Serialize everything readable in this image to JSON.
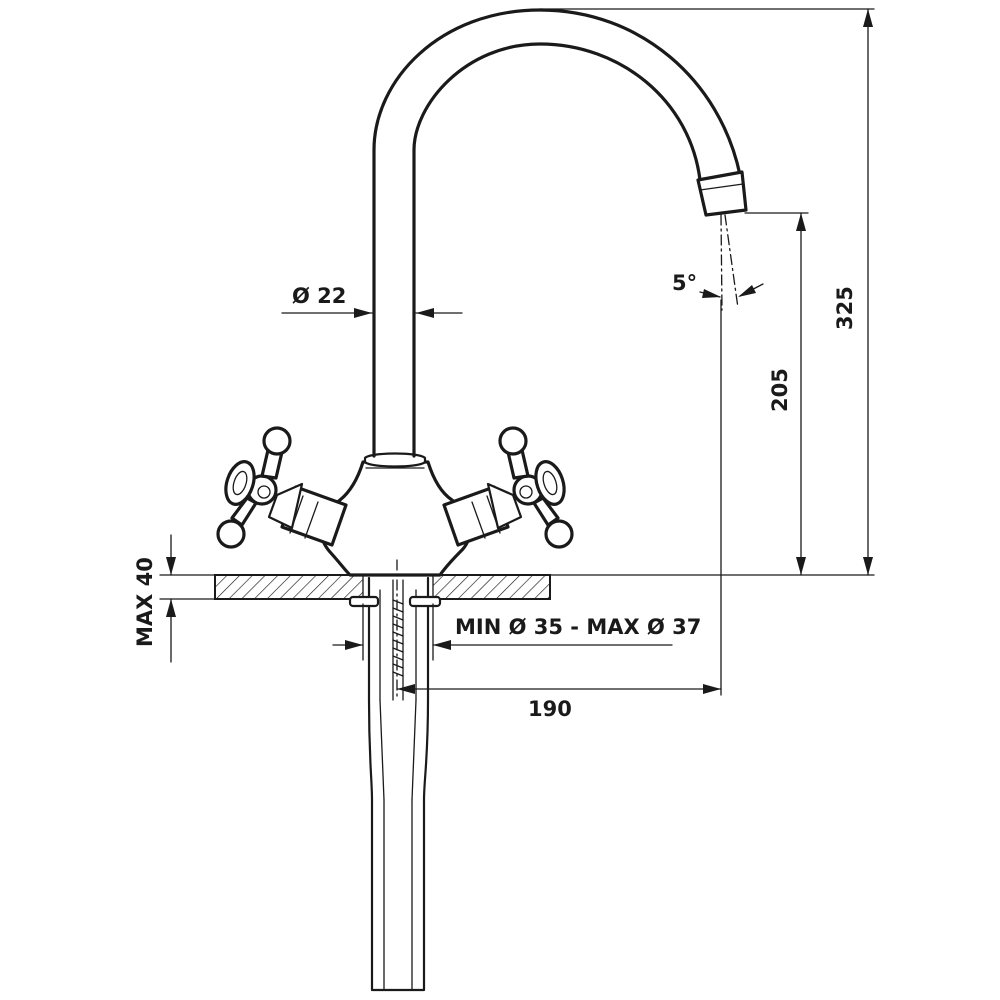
{
  "dimensions": {
    "pipe_diameter": "Ø 22",
    "spout_angle": "5°",
    "total_height": "325",
    "spout_height": "205",
    "max_thickness": "MAX 40",
    "hole_diameter": "MIN Ø 35 - MAX Ø 37",
    "reach": "190"
  }
}
